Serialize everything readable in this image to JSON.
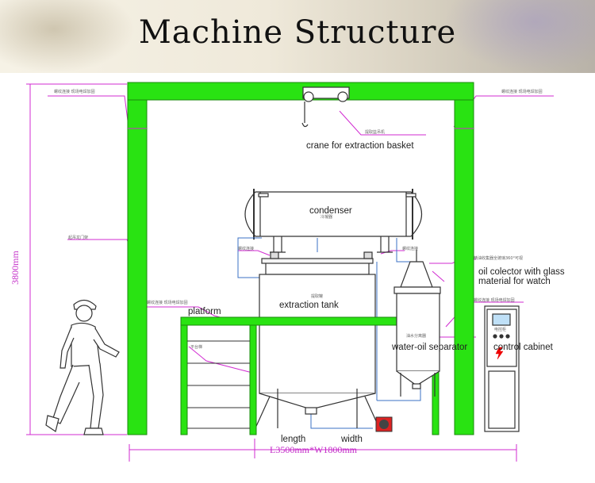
{
  "header": {
    "title": "Machine Structure"
  },
  "labels": {
    "crane": "crane for extraction basket",
    "condenser": "condenser",
    "extraction_tank": "extraction tank",
    "platform": "platform",
    "oil_collector_line1": "oil colector with glass",
    "oil_collector_line2": "material for watch",
    "water_oil_separator": "water-oil separator",
    "control_cabinet": "control cabinet",
    "length": "length",
    "width": "width",
    "dims_bottom": "L3500mm*W1800mm",
    "height_dim": "3800mm"
  },
  "cn_notes": {
    "top_left": "螺纹连接    现场电焊加固",
    "top_right": "螺纹连接    现场电焊加固",
    "crane_cn": "提取篮吊机",
    "condenser_cn": "冷凝器",
    "tank_cn": "提取罐",
    "left_frame_cn": "起吊龙门架",
    "flange_left_cn": "螺纹连接",
    "flange_right_cn": "螺纹连接",
    "oil_collector_cn": "精油收集器全玻璃360°可视",
    "platform_joint_left_cn": "螺纹连接    现场电焊加固",
    "platform_joint_right_cn": "螺纹连接    现场电焊加固",
    "stairs_cn": "平台梯",
    "separator_cn": "油水分离器",
    "cabinet_cn": "电控柜"
  },
  "colors": {
    "frame_green": "#29e312",
    "line_purple": "#d12bd1",
    "pipe_blue": "#3b72c4"
  }
}
